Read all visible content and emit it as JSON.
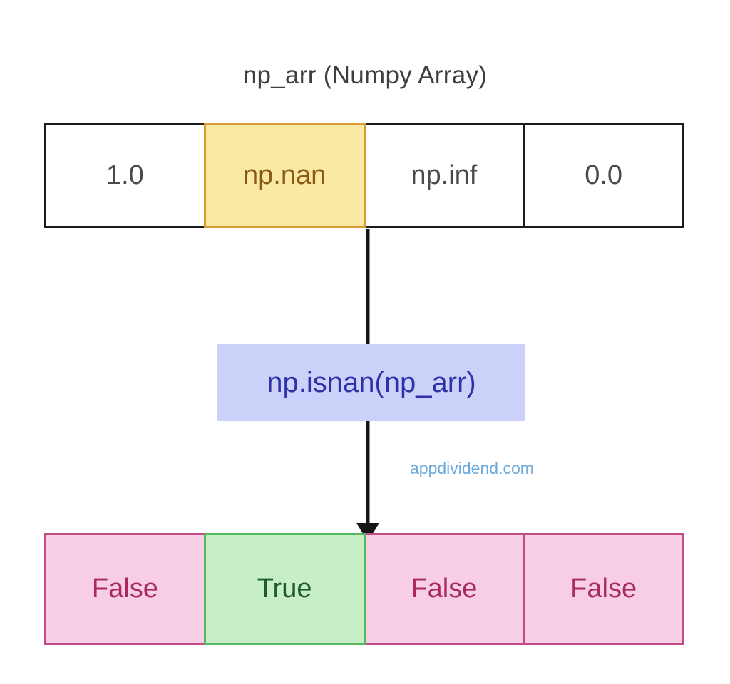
{
  "diagram": {
    "title": "np_arr (Numpy Array)",
    "watermark": "appdividend.com",
    "function_label": "np.isnan(np_arr)",
    "arrow_name": "flow-arrow-down"
  },
  "input_array": {
    "name": "np_arr",
    "cells": [
      {
        "label": "1.0",
        "state": "normal",
        "fill": "#ffffff",
        "border": "#1c1c1c",
        "text": "#4a4a4a"
      },
      {
        "label": "np.nan",
        "state": "highlight",
        "fill": "#fae9a2",
        "border": "#d99b35",
        "text": "#8a5a16"
      },
      {
        "label": "np.inf",
        "state": "normal",
        "fill": "#ffffff",
        "border": "#1c1c1c",
        "text": "#4a4a4a"
      },
      {
        "label": "0.0",
        "state": "normal",
        "fill": "#ffffff",
        "border": "#1c1c1c",
        "text": "#4a4a4a"
      }
    ]
  },
  "output_array": {
    "cells": [
      {
        "label": "False",
        "state": "false",
        "fill": "#f7cee3",
        "border": "#c24a86",
        "text": "#a82a5e"
      },
      {
        "label": "True",
        "state": "true",
        "fill": "#c8eec8",
        "border": "#53b85e",
        "text": "#1e5c2e"
      },
      {
        "label": "False",
        "state": "false",
        "fill": "#f7cee3",
        "border": "#c24a86",
        "text": "#a82a5e"
      },
      {
        "label": "False",
        "state": "false",
        "fill": "#f7cee3",
        "border": "#c24a86",
        "text": "#a82a5e"
      }
    ]
  },
  "colors": {
    "background": "#ffffff",
    "title_text": "#3f3f3f",
    "function_fill": "#ccd1f9",
    "function_text": "#2e31a8",
    "watermark_text": "#6aaade",
    "arrow": "#151515"
  }
}
